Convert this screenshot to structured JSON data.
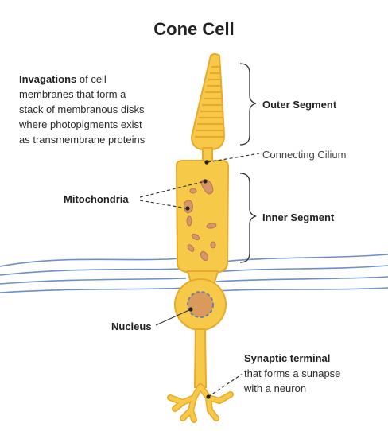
{
  "title": "Cone Cell",
  "labels": {
    "invag_bold": "Invagations",
    "invag_rest1": " of cell",
    "invag_line2": "membranes that form a",
    "invag_line3": "stack of membranous disks",
    "invag_line4": "where photopigments exist",
    "invag_line5": "as transmembrane proteins",
    "outer_segment": "Outer Segment",
    "connecting_cilium": "Connecting Cilium",
    "mitochondria": "Mitochondria",
    "inner_segment": "Inner Segment",
    "nucleus": "Nucleus",
    "synaptic_bold": "Synaptic terminal",
    "synaptic_line2": "that forms a sunapse",
    "synaptic_line3": "with a neuron"
  },
  "colors": {
    "cell_fill": "#F7C948",
    "cell_stroke": "#E8A92C",
    "mito_fill": "#D9956A",
    "nucleus_fill": "#D99A5B",
    "membrane_lines": "#6E8FC9",
    "bracket": "#333333"
  }
}
